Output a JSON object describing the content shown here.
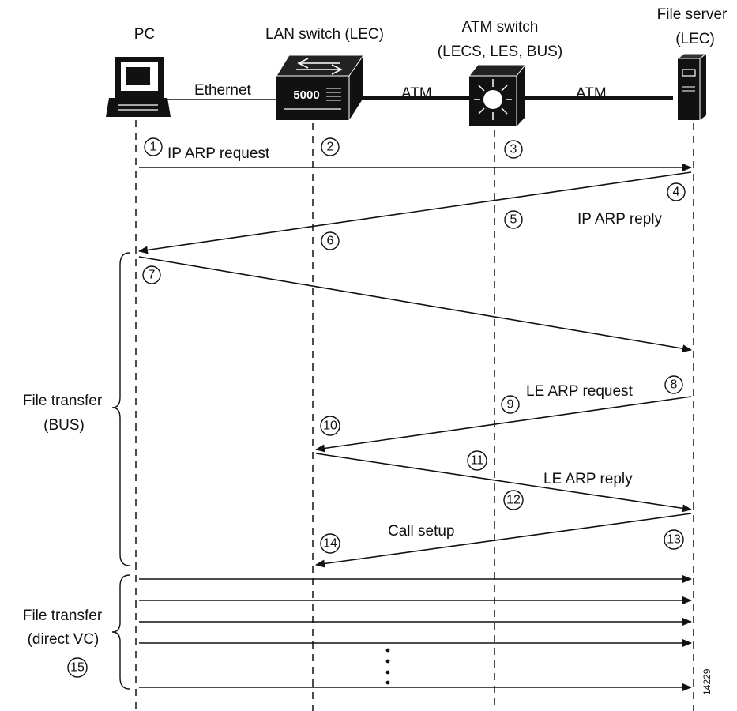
{
  "participants": {
    "pc": "PC",
    "lan_switch": "LAN switch (LEC)",
    "atm_switch_line1": "ATM switch",
    "atm_switch_line2": "(LECS, LES, BUS)",
    "file_server_line1": "File server",
    "file_server_line2": "(LEC)"
  },
  "device_badge": "5000",
  "links": {
    "ethernet": "Ethernet",
    "atm_left": "ATM",
    "atm_right": "ATM"
  },
  "messages": {
    "ip_arp_request": "IP ARP request",
    "ip_arp_reply": "IP ARP reply",
    "le_arp_request": "LE ARP request",
    "le_arp_reply": "LE ARP reply",
    "call_setup": "Call setup"
  },
  "phases": {
    "bus_line1": "File transfer",
    "bus_line2": "(BUS)",
    "vc_line1": "File transfer",
    "vc_line2": "(direct VC)"
  },
  "steps": [
    "1",
    "2",
    "3",
    "4",
    "5",
    "6",
    "7",
    "8",
    "9",
    "10",
    "11",
    "12",
    "13",
    "14",
    "15"
  ],
  "figure_id": "14229",
  "colors": {
    "ink": "#111111",
    "background": "#ffffff"
  }
}
